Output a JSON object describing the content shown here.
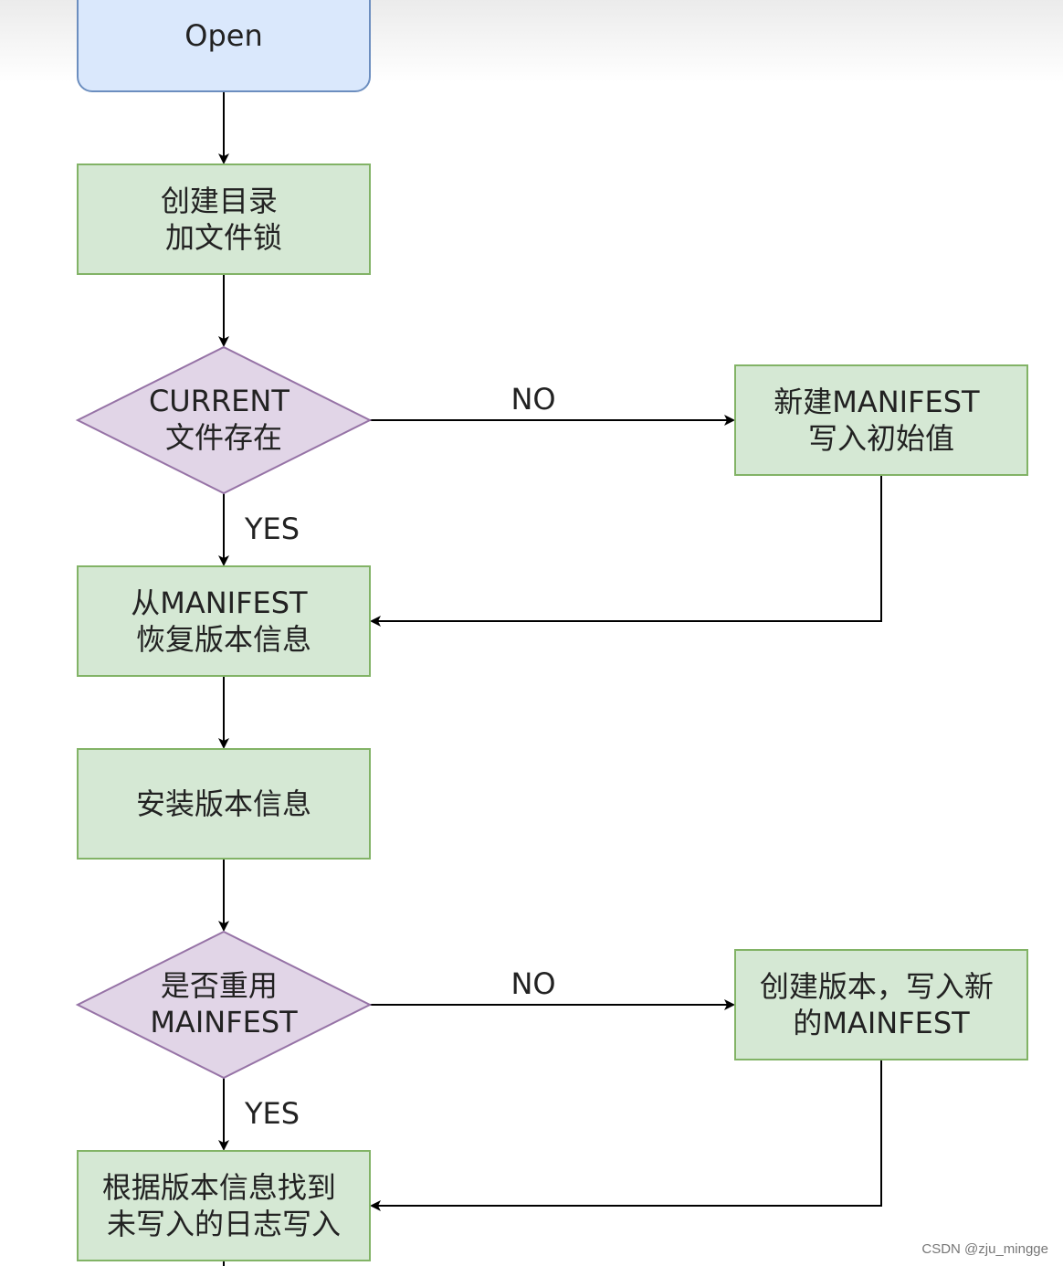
{
  "colors": {
    "start_fill": "#dae8fc",
    "start_stroke": "#6c8ebf",
    "process_fill": "#d5e8d4",
    "process_stroke": "#82b366",
    "decision_fill": "#e1d5e7",
    "decision_stroke": "#9673a6",
    "edge": "#000000"
  },
  "nodes": {
    "open": {
      "lines": [
        "Open"
      ]
    },
    "create_dir": {
      "lines": [
        "创建目录",
        "加文件锁"
      ]
    },
    "current_exists": {
      "lines": [
        "CURRENT",
        "文件存在"
      ]
    },
    "new_manifest": {
      "lines": [
        "新建MANIFEST",
        "写入初始值"
      ]
    },
    "recover": {
      "lines": [
        "从MANIFEST",
        "恢复版本信息"
      ]
    },
    "install": {
      "lines": [
        "安装版本信息"
      ]
    },
    "reuse": {
      "lines": [
        "是否重用",
        "MAINFEST"
      ]
    },
    "create_version": {
      "lines": [
        "创建版本，写入新",
        "的MAINFEST"
      ]
    },
    "find_logs": {
      "lines": [
        "根据版本信息找到",
        "未写入的日志写入"
      ]
    }
  },
  "edges": {
    "no1": "NO",
    "yes1": "YES",
    "no2": "NO",
    "yes2": "YES"
  },
  "watermark": "CSDN @zju_mingge"
}
